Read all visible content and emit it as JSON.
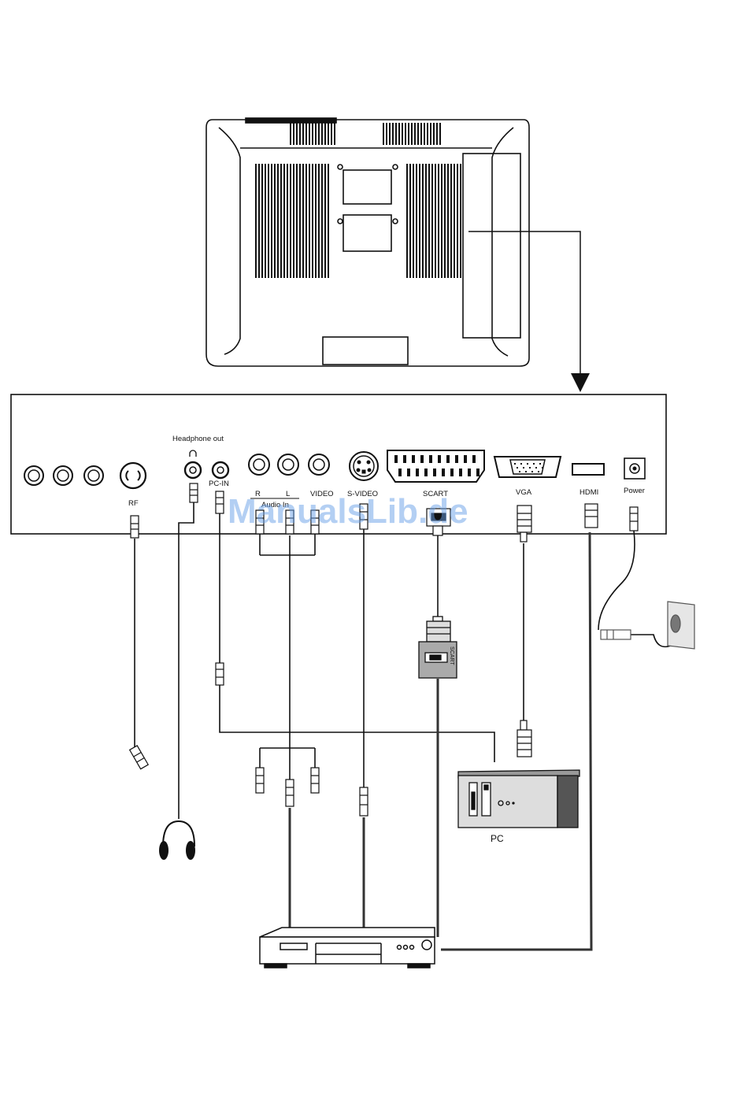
{
  "labels": {
    "headphone_out": "Headphone out",
    "pc_in": "PC-IN",
    "rf": "RF",
    "audio_r": "R",
    "audio_l": "L",
    "audio_in": "Audio In",
    "video": "VIDEO",
    "s_video": "S-VIDEO",
    "scart": "SCART",
    "vga": "VGA",
    "hdmi": "HDMI",
    "power": "Power",
    "scart_adapter": "SCART",
    "pc": "PC"
  },
  "watermark": "ManualsLib.de"
}
